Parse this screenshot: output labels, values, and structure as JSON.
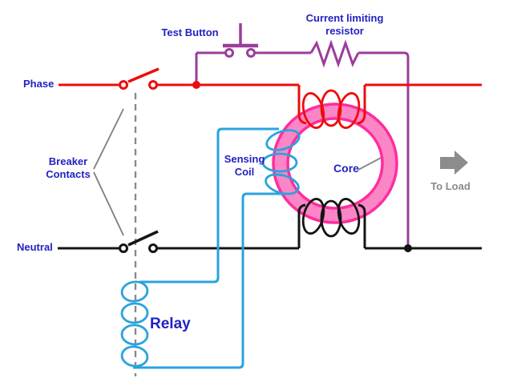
{
  "labels": {
    "phase": "Phase",
    "neutral": "Neutral",
    "test_button": "Test Button",
    "resistor_line1": "Current limiting",
    "resistor_line2": "resistor",
    "breaker_line1": "Breaker",
    "breaker_line2": "Contacts",
    "sensing_line1": "Sensing",
    "sensing_line2": "Coil",
    "core": "Core",
    "relay": "Relay",
    "to_load": "To Load"
  },
  "icons": {
    "to_load_arrow_icon": "right-block-arrow"
  },
  "colors": {
    "phase_wire": "#ee0c0c",
    "neutral_wire": "#141414",
    "test_circuit": "#9b3d9b",
    "sensing_relay_circuit": "#29a3dc",
    "core_band_fill": "#fb86c6",
    "core_band_edge": "#ff2d9c",
    "label_text": "#2222c2",
    "annotation_gray": "#8a8a8a",
    "background": "#ffffff"
  }
}
